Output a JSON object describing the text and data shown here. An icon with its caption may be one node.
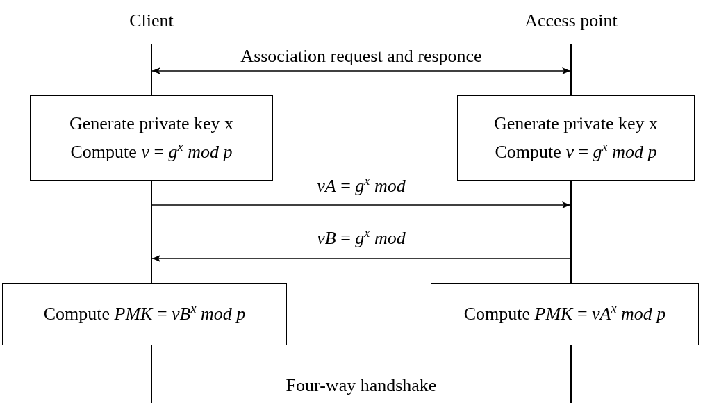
{
  "diagram": {
    "nodes": [
      {
        "text": [
          "Client"
        ]
      },
      {
        "text": [
          "Access point"
        ]
      },
      {
        "text": [],
        "shape": "bar"
      },
      {
        "text": [],
        "shape": "bar"
      },
      {
        "text": [
          "Generate private key x",
          "Compute *v* = *g*$^{x}$ *mod p*"
        ]
      },
      {
        "text": [
          "Generate private key x",
          "Compute *v* = *g*$^{x}$ *mod p*"
        ]
      },
      {
        "text": [],
        "shape": "bar"
      },
      {
        "text": [],
        "shape": "bar"
      },
      {
        "text": [
          "Compute *PMK* = *vB*$^{x}$ *mod p*"
        ]
      },
      {
        "text": [
          "Compute *PMK* = *vA*$^{x}$ *mod p*"
        ]
      },
      {
        "text": [],
        "shape": "bar"
      },
      {
        "text": [],
        "shape": "bar"
      }
    ],
    "edges": [
      {
        "from": 2,
        "to": 3,
        "arrow": "both",
        "label": "Association request and responce"
      },
      {
        "from": 6,
        "to": 7,
        "arrow": "to",
        "label": "*vA* = *g*$^{x}$ *mod*"
      },
      {
        "from": 7,
        "to": 6,
        "arrow": "to",
        "label": "*vB* = *g*$^{x}$ *mod*"
      }
    ],
    "labels": [
      "Four-way handshake"
    ]
  }
}
